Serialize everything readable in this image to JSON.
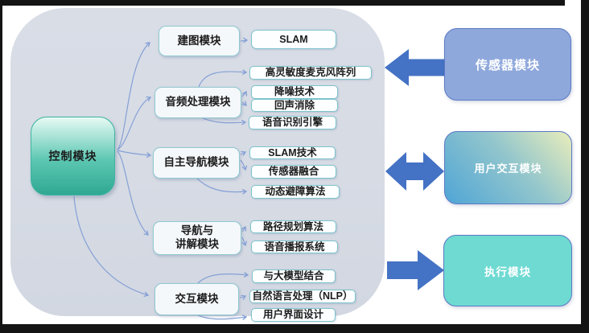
{
  "diagram": {
    "root": {
      "label": "控制模块"
    },
    "branches": [
      {
        "label": "建图模块",
        "children": [
          {
            "label": "SLAM"
          }
        ]
      },
      {
        "label": "音频处理模块",
        "children": [
          {
            "label": "高灵敏度麦克风阵列"
          },
          {
            "label": "降噪技术"
          },
          {
            "label": "回声消除"
          },
          {
            "label": "语音识别引擎"
          }
        ]
      },
      {
        "label": "自主导航模块",
        "children": [
          {
            "label": "SLAM技术"
          },
          {
            "label": "传感器融合"
          },
          {
            "label": "动态避障算法"
          }
        ]
      },
      {
        "label_line1": "导航与",
        "label_line2": "讲解模块",
        "children": [
          {
            "label": "路径规划算法"
          },
          {
            "label": "语音播报系统"
          }
        ]
      },
      {
        "label": "交互模块",
        "children": [
          {
            "label": "与大模型结合"
          },
          {
            "label": "自然语言处理（NLP）"
          },
          {
            "label": "用户界面设计"
          }
        ]
      }
    ]
  },
  "side_modules": [
    {
      "label": "传感器模块",
      "arrow_direction": "into-diagram-left"
    },
    {
      "label": "用户交互模块",
      "arrow_direction": "bidirectional"
    },
    {
      "label": "执行模块",
      "arrow_direction": "out-of-diagram-right"
    }
  ],
  "colors": {
    "frame_black": "#141414",
    "canvas_fill": "#d6dbe4",
    "connector_line": "#85a0d6",
    "arrow_blue": "#4472c4",
    "node_fill": "#f5f8fb",
    "node_border": "#8fc9d0",
    "leaf_fill": "#fcfeff",
    "leaf_border": "#7cc4cd",
    "root_fill_top": "#e7faf4",
    "root_fill_bottom": "#2fa892",
    "root_border": "#3cb5a0",
    "sensor_fill": "#8fa8dc",
    "sensor_border": "#5b79c4",
    "interact_fill_start": "#4fa5d6",
    "interact_fill_mid": "#93c6cc",
    "interact_fill_end": "#e9edbb",
    "exec_fill": "#6edad2",
    "text_dark": "#1c1c1c",
    "text_white": "#ffffff"
  }
}
